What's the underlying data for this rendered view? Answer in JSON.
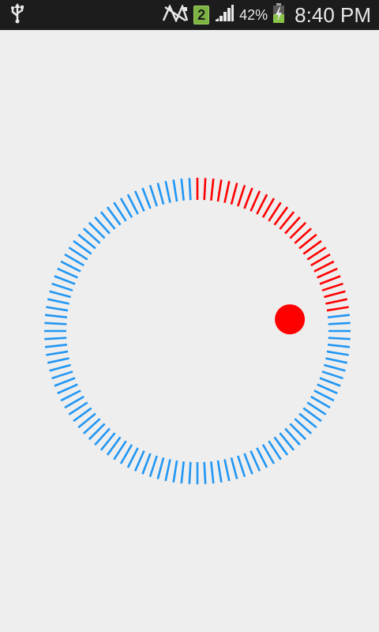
{
  "status_bar": {
    "icons": [
      "usb-icon",
      "no-signal-icon",
      "sim-icon",
      "signal-icon",
      "battery-charging-icon"
    ],
    "sim_slot": "2",
    "battery_percent": "42%",
    "time": "8:40 PM"
  },
  "dial": {
    "tick_count": 120,
    "progress_fraction": 0.23,
    "colors": {
      "active": "#ff0000",
      "inactive": "#2196f3",
      "knob": "#ff0000",
      "background": "#eeeeee"
    }
  }
}
